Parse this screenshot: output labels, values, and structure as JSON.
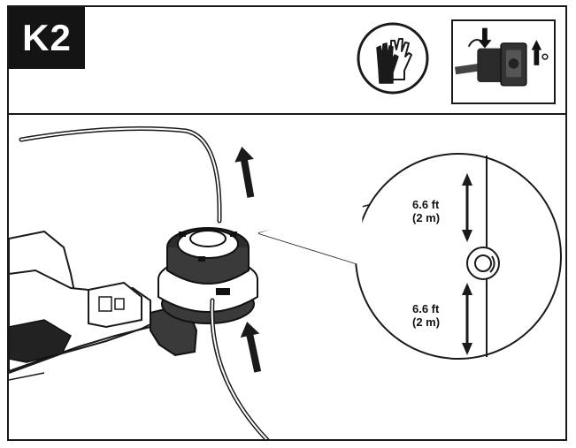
{
  "step": {
    "label": "K2"
  },
  "icons": {
    "safety": "protective-gloves-icon",
    "tool": "trimmer-head-action-icon"
  },
  "detail": {
    "upper": {
      "value": "6.6 ft",
      "metric": "(2 m)"
    },
    "lower": {
      "value": "6.6 ft",
      "metric": "(2 m)"
    }
  }
}
